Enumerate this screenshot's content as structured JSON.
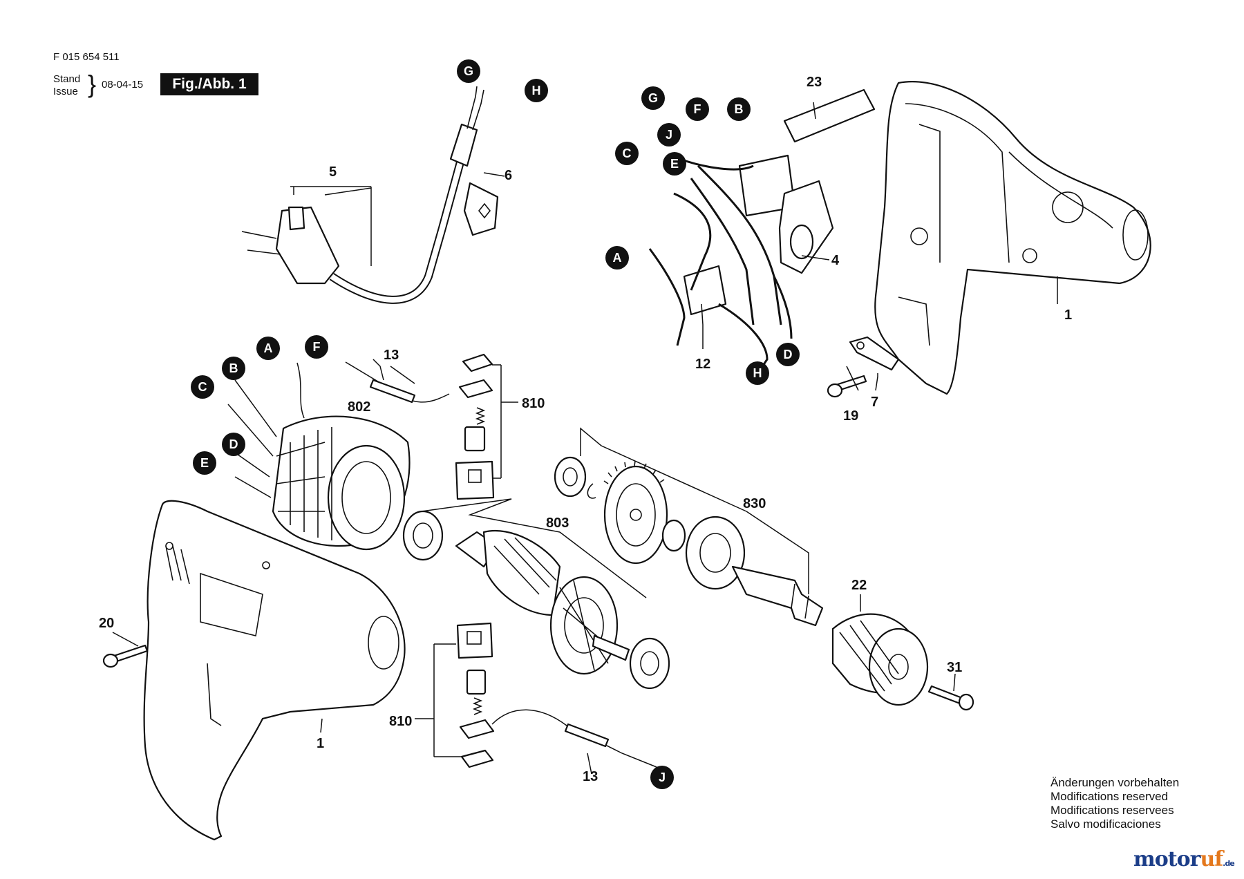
{
  "header": {
    "part_number": "F 015 654 511",
    "stand_label": "Stand",
    "issue_label": "Issue",
    "date": "08-04-15",
    "figure_label": "Fig./Abb. 1"
  },
  "parts": {
    "p1_housing_left": "1",
    "p1_housing_right": "1",
    "p4_switch": "4",
    "p5_plug": "5",
    "p6_cable_sleeve": "6",
    "p7_clamp": "7",
    "p12_suppressor": "12",
    "p13_wire_top": "13",
    "p13_wire_bottom": "13",
    "p19_screw": "19",
    "p20_screw": "20",
    "p22_chuck": "22",
    "p23_label": "23",
    "p31_screw": "31",
    "p802_field": "802",
    "p803_armature": "803",
    "p810_brush_top": "810",
    "p810_brush_bottom": "810",
    "p830_gear": "830"
  },
  "connectors": {
    "A": "A",
    "B": "B",
    "C": "C",
    "D": "D",
    "E": "E",
    "F": "F",
    "G": "G",
    "H": "H",
    "J": "J"
  },
  "notes": [
    "Änderungen vorbehalten",
    "Modifications reserved",
    "Modifications reservees",
    "Salvo modificaciones"
  ],
  "watermark": {
    "part1": "motor",
    "part2": "uf",
    "suffix": ".de"
  }
}
